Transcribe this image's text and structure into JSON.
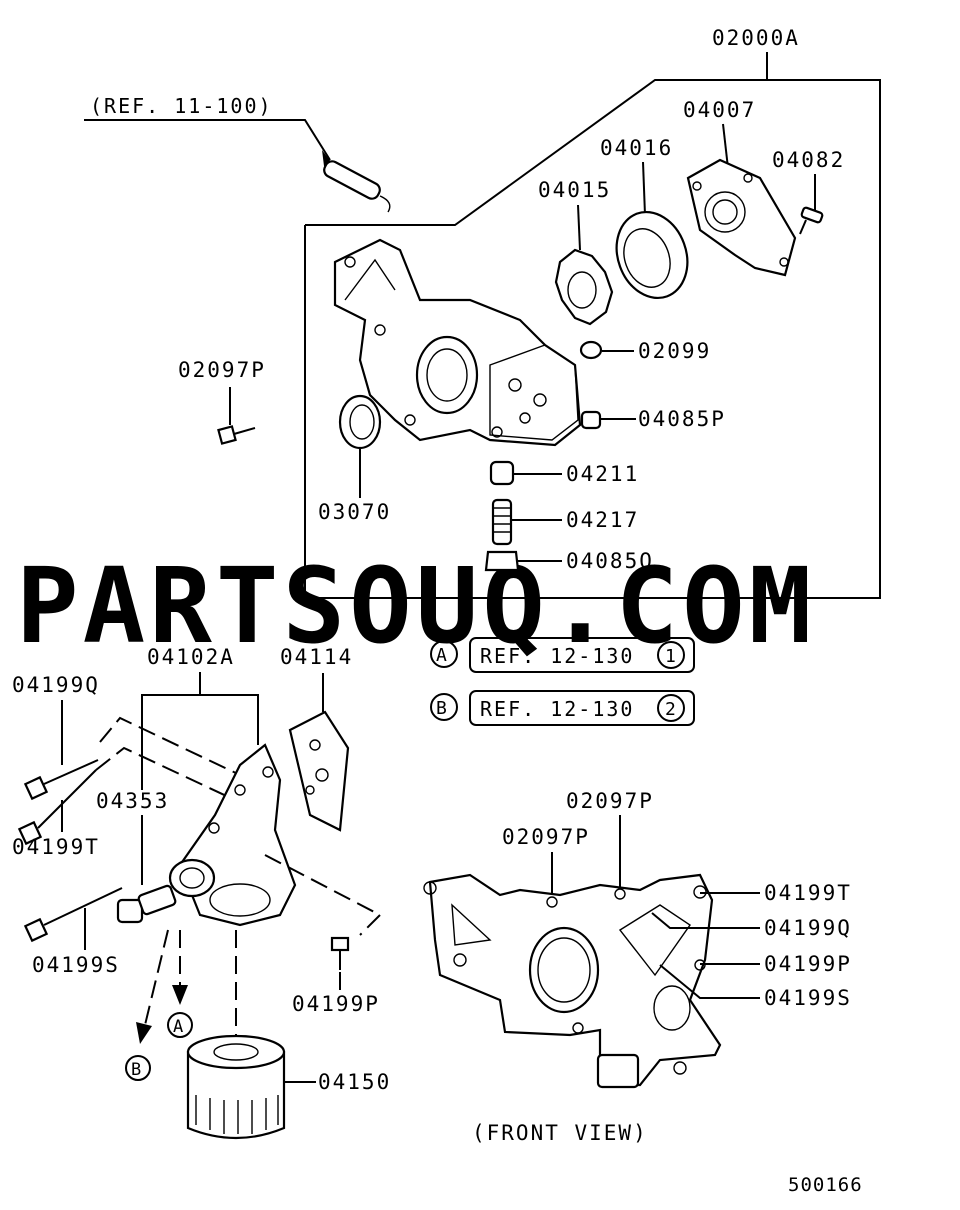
{
  "watermark": "PARTSOUQ.COM",
  "labels": {
    "l02000A": "02000A",
    "ref11100": "(REF. 11-100)",
    "l04007": "04007",
    "l04016": "04016",
    "l04082": "04082",
    "l04015": "04015",
    "l02099": "02099",
    "l02097P_top": "02097P",
    "l04085P": "04085P",
    "l04211": "04211",
    "l04217": "04217",
    "l03070": "03070",
    "l04085Q": "04085Q",
    "l04102A": "04102A",
    "l04114": "04114",
    "l04199Q": "04199Q",
    "l04199T": "04199T",
    "l04353": "04353",
    "l04199S": "04199S",
    "l04199P": "04199P",
    "l04150": "04150",
    "l02097P_fv1": "02097P",
    "l02097P_fv2": "02097P",
    "fv04199T": "04199T",
    "fv04199Q": "04199Q",
    "fv04199P": "04199P",
    "fv04199S": "04199S",
    "front_view": "(FRONT VIEW)",
    "diagram_id": "500166"
  },
  "refs": [
    {
      "letter": "A",
      "text": "REF. 12-130",
      "num": "1"
    },
    {
      "letter": "B",
      "text": "REF. 12-130",
      "num": "2"
    }
  ],
  "markers": {
    "a": "A",
    "b": "B"
  }
}
